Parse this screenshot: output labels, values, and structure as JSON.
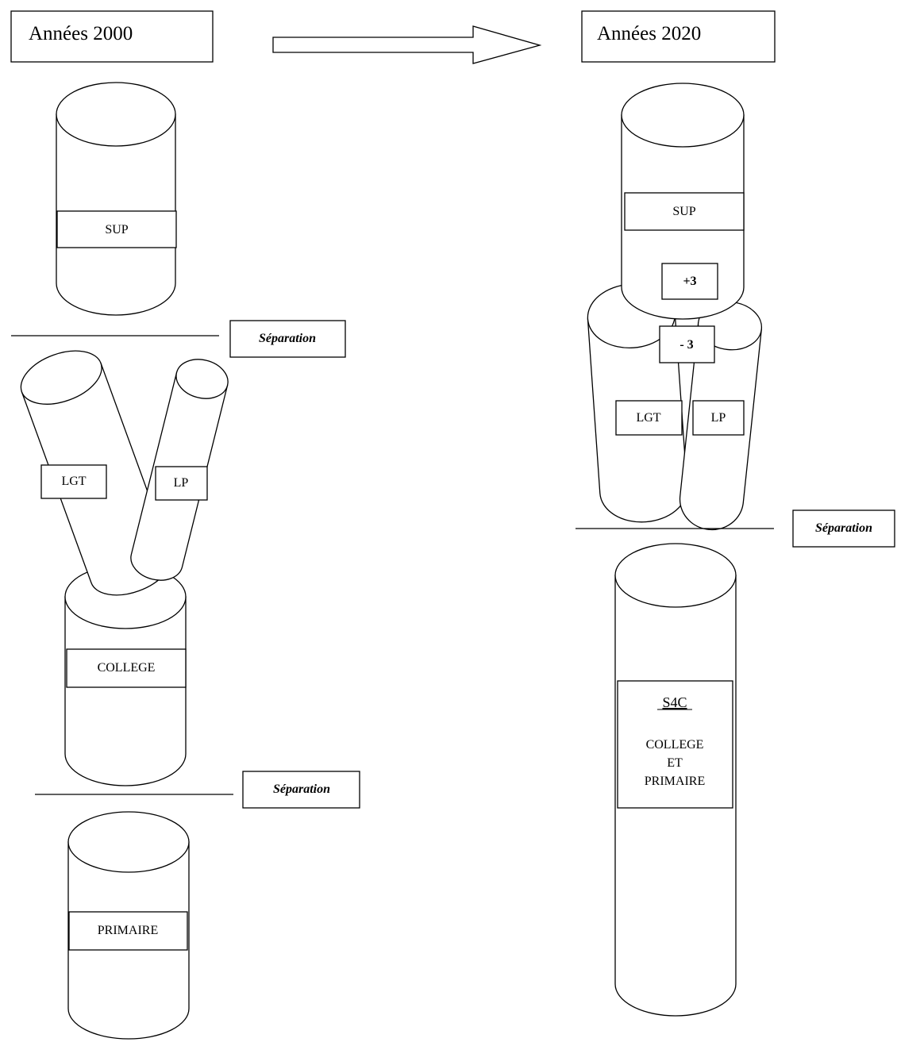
{
  "titles": {
    "left": "Années 2000",
    "right": "Années 2020"
  },
  "left": {
    "sup": "SUP",
    "lgt": "LGT",
    "lp": "LP",
    "college": "COLLEGE",
    "primaire": "PRIMAIRE",
    "separation_1": "Séparation",
    "separation_2": "Séparation"
  },
  "right": {
    "sup": "SUP",
    "plus3": "+3",
    "minus3": "- 3",
    "lgt": "LGT",
    "lp": "LP",
    "separation": "Séparation",
    "s4c": "S4C",
    "s4c_line1": "COLLEGE",
    "s4c_line2": "ET",
    "s4c_line3": "PRIMAIRE"
  }
}
